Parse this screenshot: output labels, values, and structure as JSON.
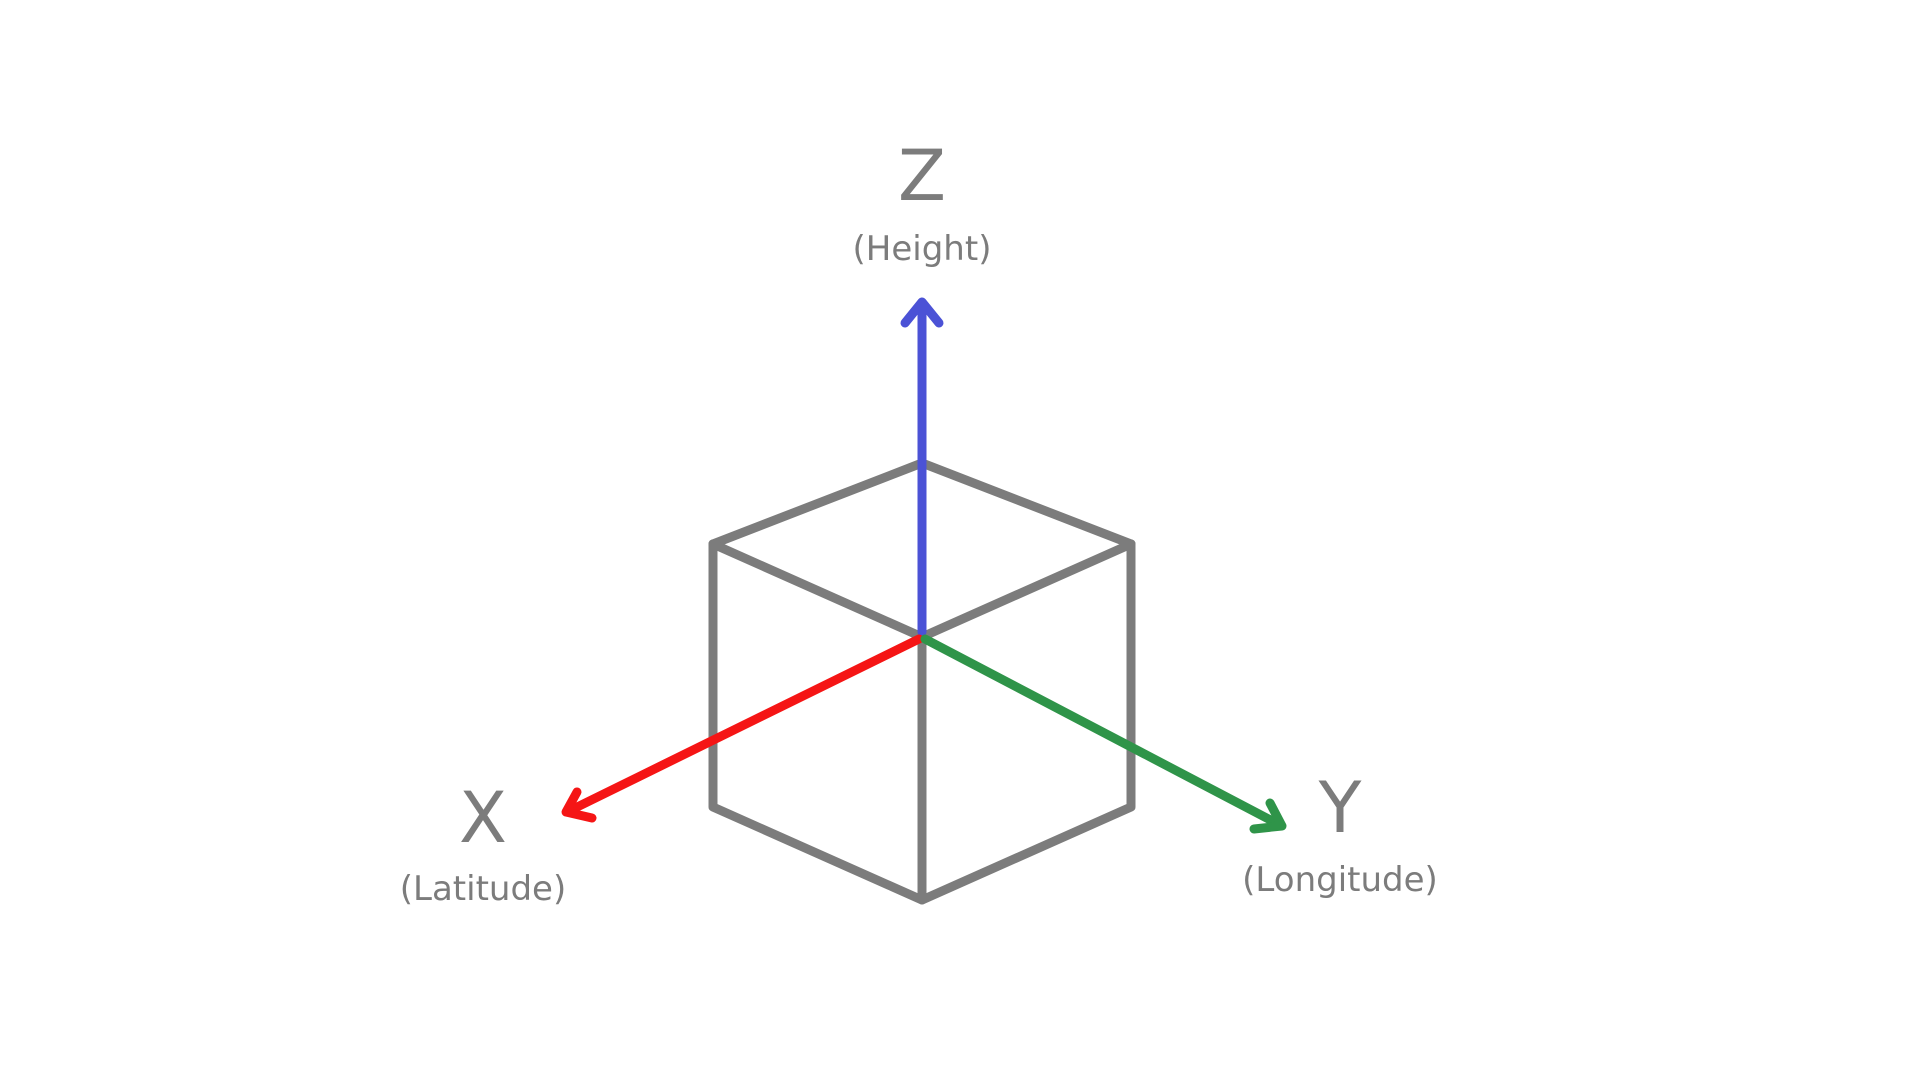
{
  "axes": {
    "z": {
      "letter": "Z",
      "description": "(Height)",
      "color": "#4b52d6"
    },
    "x": {
      "letter": "X",
      "description": "(Latitude)",
      "color": "#f51515"
    },
    "y": {
      "letter": "Y",
      "description": "(Longitude)",
      "color": "#2f9449"
    }
  },
  "cube": {
    "color": "#7c7c7c"
  }
}
